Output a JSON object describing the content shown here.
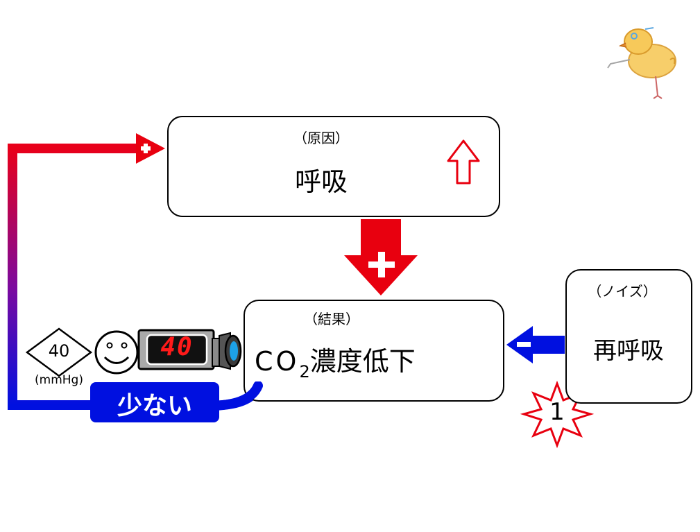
{
  "cause_box": {
    "caption": "（原因）",
    "title": "呼吸"
  },
  "result_box": {
    "caption": "（結果）",
    "title_main": "CO",
    "title_sub": "2",
    "title_rest": "濃度低下"
  },
  "noise_box": {
    "caption": "（ノイズ）",
    "title": "再呼吸"
  },
  "plus_sign": "+",
  "minus_sign": "−",
  "loop_label": "少ない",
  "diamond_value": "40",
  "unit": "(mmHg)",
  "monitor_display": "40",
  "badge_number": "1",
  "colors": {
    "red": "#e8000f",
    "blue": "#0010e0",
    "monitor_digits": "#ff1a1a"
  }
}
